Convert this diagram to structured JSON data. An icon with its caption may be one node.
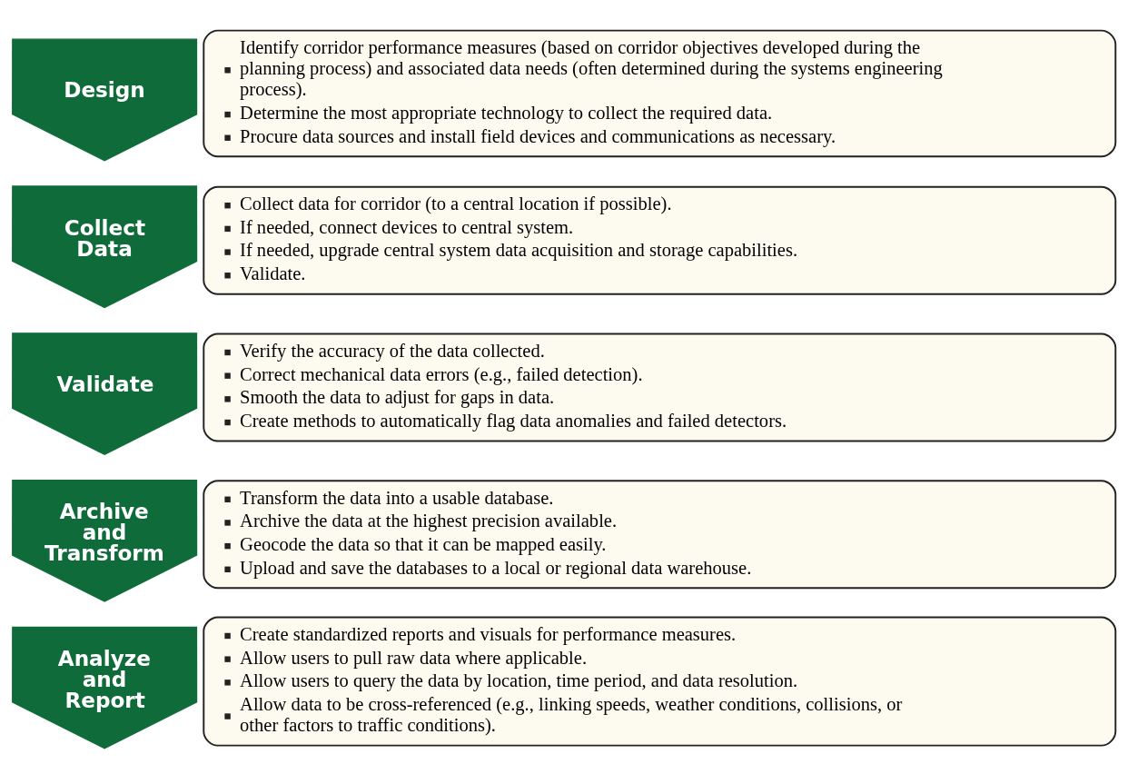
{
  "diagram": {
    "nodes": [
      {
        "text": [
          "Design"
        ]
      },
      {
        "text": [
          "Identify corridor performance measures (based on corridor objectives developed during the planning process) and associated data needs (often determined during the systems engineering process).",
          "Determine the most appropriate technology to collect the required data.",
          "Procure data sources and install field devices and communications as necessary."
        ]
      },
      {
        "text": [
          "Collect Data"
        ]
      },
      {
        "text": [
          "Collect data for corridor (to a central location if possible).",
          "If needed, connect devices to central system.",
          "If needed, upgrade central system data acquisition and storage capabilities.",
          "Validate."
        ]
      },
      {
        "text": [
          "Validate"
        ]
      },
      {
        "text": [
          "Verify the accuracy of the data collected.",
          "Correct mechanical data errors (e.g., failed detection).",
          "Smooth the data to adjust for gaps in data.",
          "Create methods to automatically flag data anomalies and failed detectors."
        ]
      },
      {
        "text": [
          "Archive and Transform"
        ]
      },
      {
        "text": [
          "Transform the data into a usable database.",
          "Archive the data at the highest precision available.",
          "Geocode the data so that it can be mapped easily.",
          "Upload and save the databases to a local or regional data warehouse."
        ]
      },
      {
        "text": [
          "Analyze and Report"
        ]
      },
      {
        "text": [
          "Create standardized reports and visuals for performance measures.",
          "Allow users to pull raw data where applicable.",
          "Allow users to query the data by location, time period, and data resolution.",
          "Allow data to be cross-referenced (e.g., linking speeds, weather conditions, collisions, or other factors to traffic conditions)."
        ]
      }
    ]
  }
}
